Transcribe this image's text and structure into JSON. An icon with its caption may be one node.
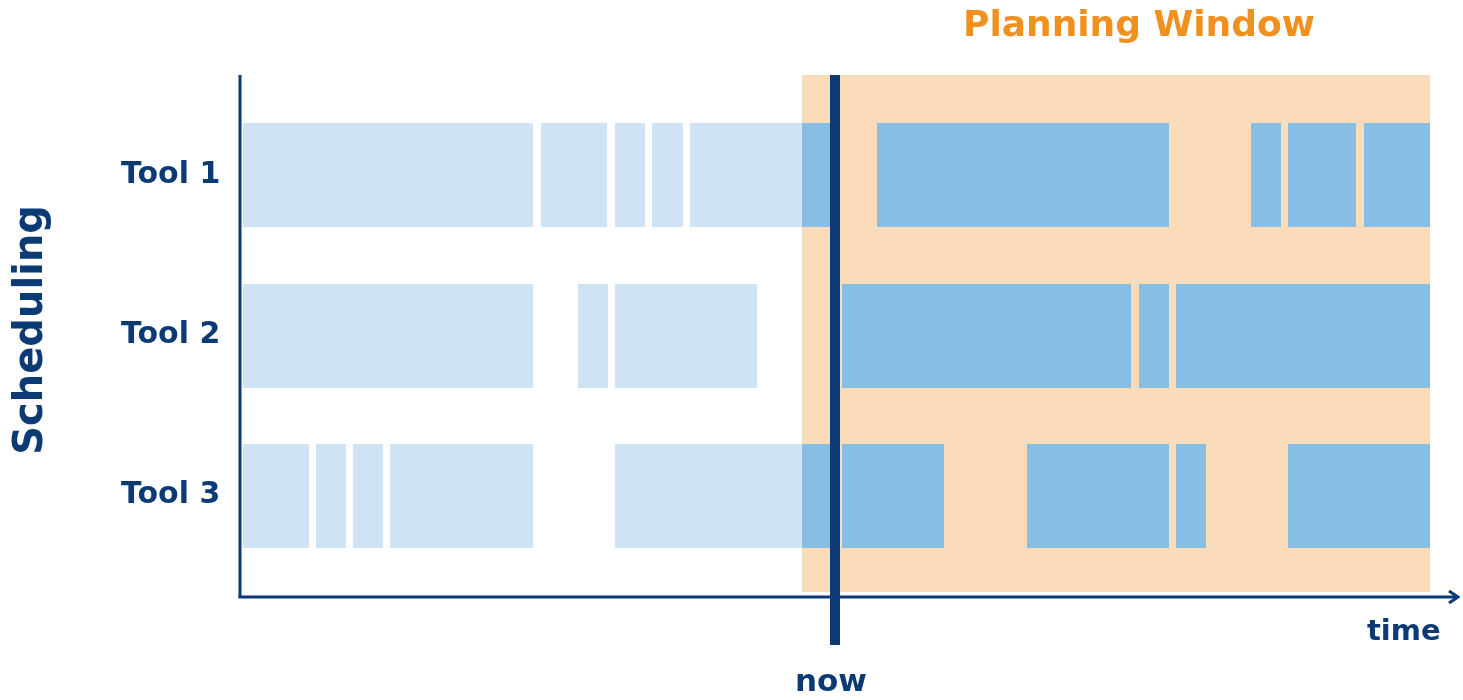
{
  "diagram": {
    "labels": [
      "Planning Window",
      "Scheduling",
      "Tool 1",
      "Tool 2",
      "Tool 3",
      "time",
      "now"
    ]
  }
}
